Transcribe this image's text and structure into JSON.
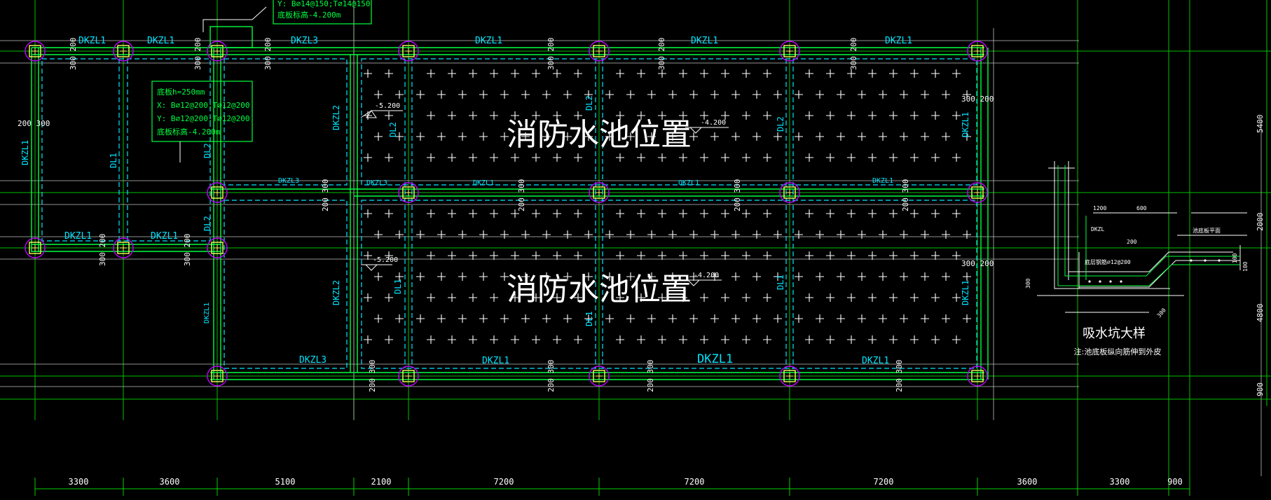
{
  "colors": {
    "background": "#000000",
    "axis_line": "#00d000",
    "beam_line": "#00ff40",
    "dash_line": "#00e5ff",
    "label_cyan": "#00e5ff",
    "label_white": "#ffffff",
    "column_circle": "#c000ff",
    "column_box": "#ffff60",
    "dim_text": "#ffffff"
  },
  "pool_labels": [
    "消防水池位置",
    "消防水池位置"
  ],
  "beam_labels": {
    "dkzl1": "DKZL1",
    "dkzl2": "DKZL2",
    "dkzl3": "DKZL3",
    "dl1": "DL1",
    "dl2": "DL2",
    "qkzl1": "QKZL1"
  },
  "beam_dims": {
    "d300_200": "300 200",
    "d200_300": "200 300"
  },
  "elev_levels": {
    "e_5200": "-5.200",
    "e_4200": "-4.200"
  },
  "note_top": {
    "line1": "Y: B⌀14@150;T⌀14@150",
    "line2": "底板标高-4.200m"
  },
  "note_slab": {
    "line1": "底板h=250mm",
    "line2": "X: B⌀12@200;T⌀12@200",
    "line3": "Y: B⌀12@200;T⌀12@200",
    "line4": "底板标高-4.200m"
  },
  "bottom_dims": [
    "3300",
    "3600",
    "5100",
    "2100",
    "7200",
    "7200",
    "7200",
    "3600",
    "3300",
    "900"
  ],
  "right_dims": [
    "5400",
    "2000",
    "4800",
    "900"
  ],
  "detail": {
    "title": "吸水坑大样",
    "note": "注:池底板纵向筋伸到外皮",
    "lab_dkzl": "DKZL",
    "lab_beam": "DKZL",
    "lab_rebar": "底层钢筋⌀12@200",
    "lab_water": "池底板平面",
    "d1": "1200",
    "d2": "600",
    "d3": "200",
    "d4": "300",
    "d5": "100",
    "d6": "100",
    "d7": "300"
  }
}
